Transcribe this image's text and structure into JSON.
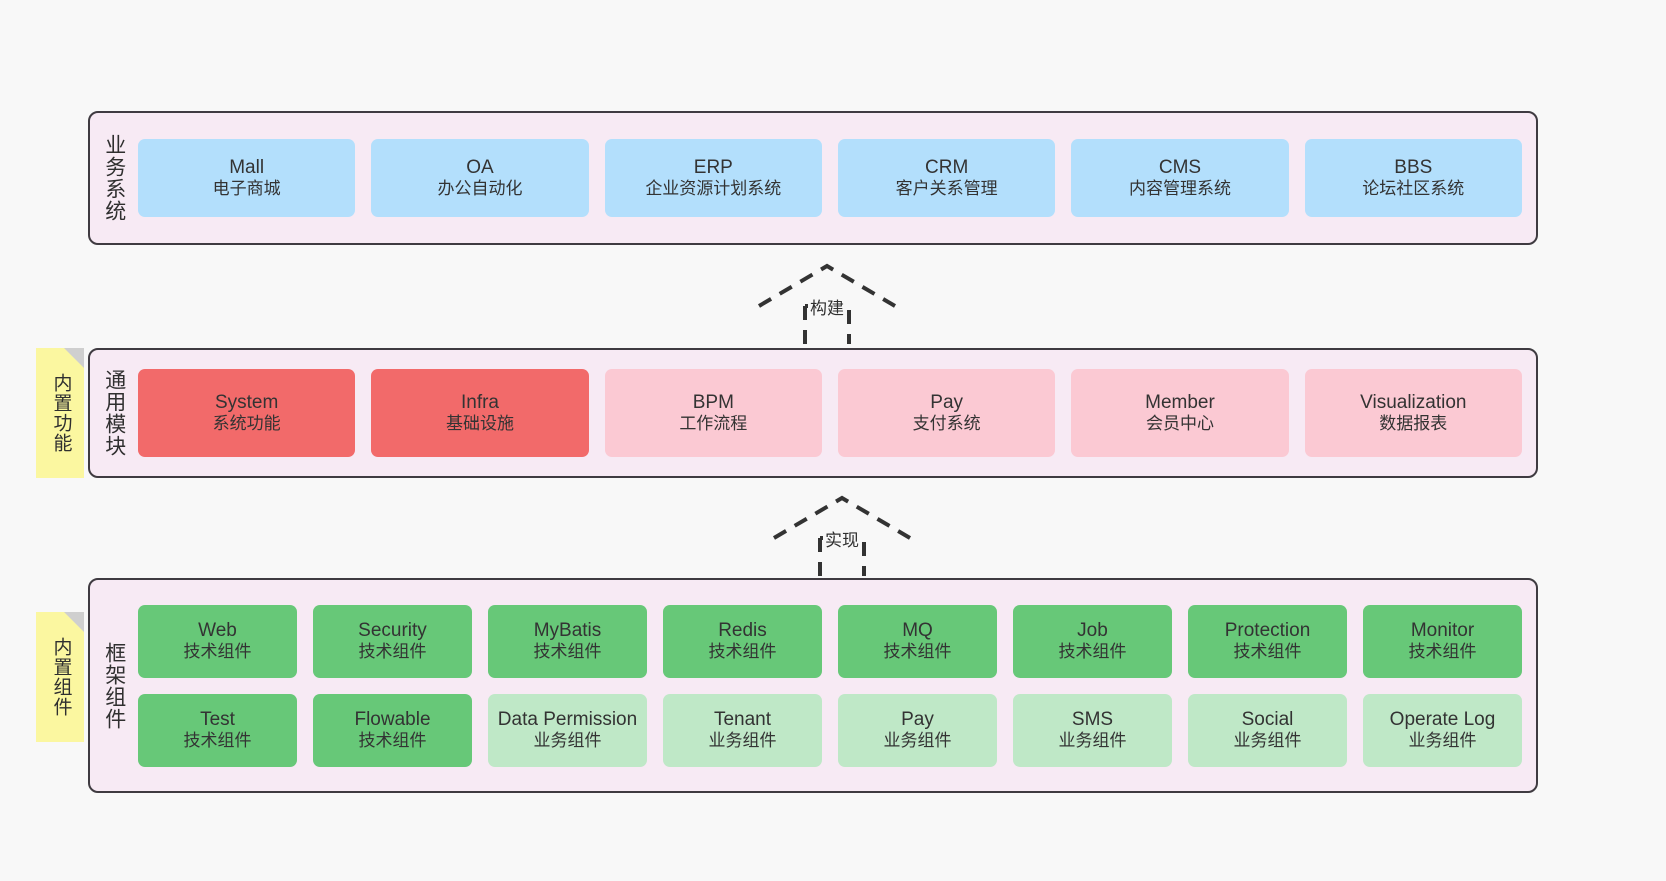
{
  "diagram": {
    "background_color": "#f8f8f8",
    "layer_fill": "#f7eaf4",
    "layer_border": "#3f3b41",
    "note_color": "#fbf7a0"
  },
  "layers": [
    {
      "id": "business-systems",
      "title": "业务系统",
      "note": null,
      "rows": [
        {
          "nodes": [
            {
              "en": "Mall",
              "cn": "电子商城",
              "style": "blue"
            },
            {
              "en": "OA",
              "cn": "办公自动化",
              "style": "blue"
            },
            {
              "en": "ERP",
              "cn": "企业资源计划系统",
              "style": "blue"
            },
            {
              "en": "CRM",
              "cn": "客户关系管理",
              "style": "blue"
            },
            {
              "en": "CMS",
              "cn": "内容管理系统",
              "style": "blue"
            },
            {
              "en": "BBS",
              "cn": "论坛社区系统",
              "style": "blue"
            }
          ]
        }
      ]
    },
    {
      "id": "common-modules",
      "title": "通用模块",
      "note": "内置功能",
      "rows": [
        {
          "nodes": [
            {
              "en": "System",
              "cn": "系统功能",
              "style": "red"
            },
            {
              "en": "Infra",
              "cn": "基础设施",
              "style": "red"
            },
            {
              "en": "BPM",
              "cn": "工作流程",
              "style": "pink"
            },
            {
              "en": "Pay",
              "cn": "支付系统",
              "style": "pink"
            },
            {
              "en": "Member",
              "cn": "会员中心",
              "style": "pink"
            },
            {
              "en": "Visualization",
              "cn": "数据报表",
              "style": "pink"
            }
          ]
        }
      ]
    },
    {
      "id": "framework-components",
      "title": "框架组件",
      "note": "内置组件",
      "rows": [
        {
          "nodes": [
            {
              "en": "Web",
              "cn": "技术组件",
              "style": "green"
            },
            {
              "en": "Security",
              "cn": "技术组件",
              "style": "green"
            },
            {
              "en": "MyBatis",
              "cn": "技术组件",
              "style": "green"
            },
            {
              "en": "Redis",
              "cn": "技术组件",
              "style": "green"
            },
            {
              "en": "MQ",
              "cn": "技术组件",
              "style": "green"
            },
            {
              "en": "Job",
              "cn": "技术组件",
              "style": "green"
            },
            {
              "en": "Protection",
              "cn": "技术组件",
              "style": "green"
            },
            {
              "en": "Monitor",
              "cn": "技术组件",
              "style": "green"
            }
          ]
        },
        {
          "nodes": [
            {
              "en": "Test",
              "cn": "技术组件",
              "style": "green"
            },
            {
              "en": "Flowable",
              "cn": "技术组件",
              "style": "green"
            },
            {
              "en": "Data Permission",
              "cn": "业务组件",
              "style": "lightgreen",
              "wrap": true
            },
            {
              "en": "Tenant",
              "cn": "业务组件",
              "style": "lightgreen"
            },
            {
              "en": "Pay",
              "cn": "业务组件",
              "style": "lightgreen"
            },
            {
              "en": "SMS",
              "cn": "业务组件",
              "style": "lightgreen"
            },
            {
              "en": "Social",
              "cn": "业务组件",
              "style": "lightgreen"
            },
            {
              "en": "Operate Log",
              "cn": "业务组件",
              "style": "lightgreen"
            }
          ]
        }
      ]
    }
  ],
  "connectors": [
    {
      "id": "build",
      "label": "构建"
    },
    {
      "id": "implement",
      "label": "实现"
    }
  ]
}
